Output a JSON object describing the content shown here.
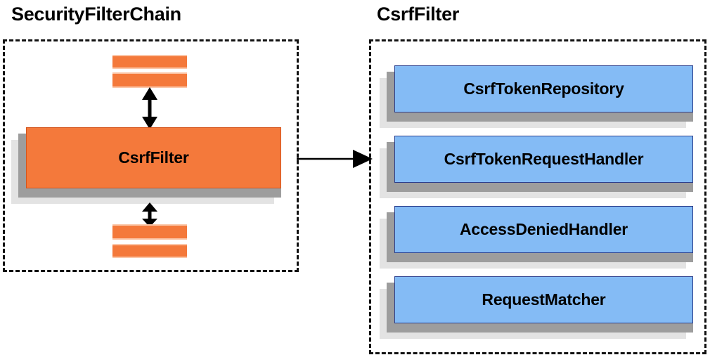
{
  "diagram": {
    "title_left": "SecurityFilterChain",
    "title_right": "CsrfFilter",
    "colors": {
      "filter_orange": "#F4793B",
      "component_blue": "#84BBF5",
      "component_border": "#2B3E8C",
      "shadow_mid": "#9D9D9D",
      "shadow_back": "#E3E3E3",
      "panel_border": "#111111",
      "arrow": "#000000"
    },
    "left_panel": {
      "name": "SecurityFilterChain",
      "highlighted_filter": "CsrfFilter",
      "slats_above": 2,
      "slats_below": 2,
      "arrows": [
        "double-arrow-up-down-above",
        "double-arrow-up-down-below"
      ]
    },
    "right_panel": {
      "name": "CsrfFilter",
      "components": [
        {
          "label": "CsrfTokenRepository"
        },
        {
          "label": "CsrfTokenRequestHandler"
        },
        {
          "label": "AccessDeniedHandler"
        },
        {
          "label": "RequestMatcher"
        }
      ]
    },
    "connector": {
      "from": "CsrfFilter",
      "to": "CsrfFilter detail panel",
      "style": "single-headed-arrow-right"
    }
  }
}
